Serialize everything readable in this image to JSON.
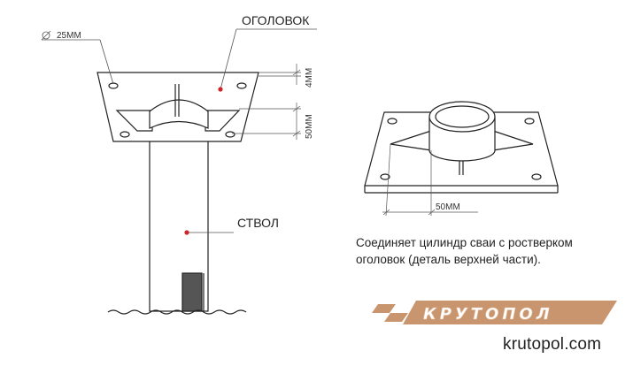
{
  "labels": {
    "head": "ОГОЛОВОК",
    "shaft": "СТВОЛ",
    "hole_diameter": "25ММ",
    "plate_thickness": "4ММ",
    "rib_height": "50ММ",
    "rib_width": "50ММ"
  },
  "caption": "Соединяет цилиндр сваи с ростверком оголовок (деталь верхней части).",
  "logo": {
    "text": "КРУТОПОЛ",
    "color": "#c8956e"
  },
  "website": "krutopol.com",
  "colors": {
    "line": "#222222",
    "marker": "#d0242b",
    "shaft_insert": "#555555"
  }
}
